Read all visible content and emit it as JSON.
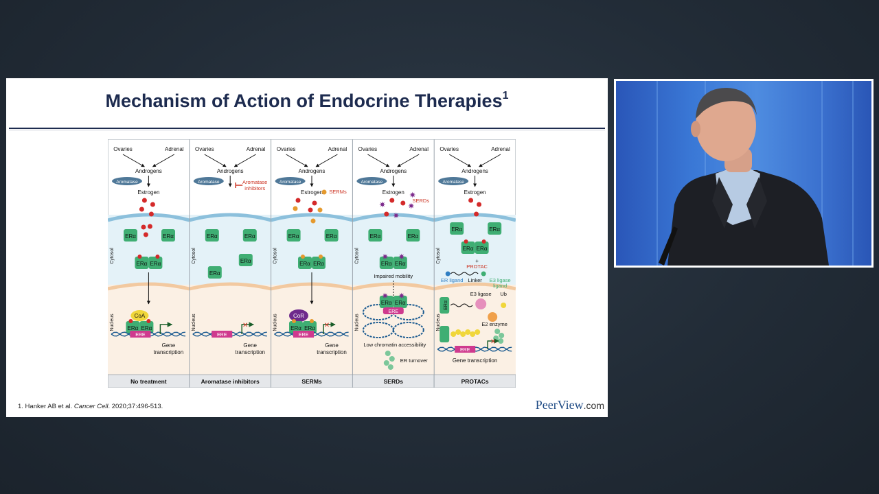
{
  "slide": {
    "title": "Mechanism of Action of Endocrine Therapies",
    "title_sup": "1",
    "citation_prefix": "1. Hanker AB et al. ",
    "citation_journal": "Cancer Cell",
    "citation_suffix": ". 2020;37:496-513.",
    "logo_main": "PeerView",
    "logo_suffix": ".com"
  },
  "diagram": {
    "common": {
      "ovaries": "Ovaries",
      "adrenal": "Adrenal",
      "androgens": "Androgens",
      "aromatase": "Aromatase",
      "estrogen": "Estrogen",
      "cytosol": "Cytosol",
      "nucleus": "Nucleus",
      "era": "ERα",
      "ere": "ERE",
      "gene_1": "Gene",
      "gene_2": "transcription"
    },
    "panels": [
      {
        "label": "No treatment",
        "coa": "CoA"
      },
      {
        "label": "Aromatase inhibitors",
        "drug_1": "Aromatase",
        "drug_2": "inhibitors"
      },
      {
        "label": "SERMs",
        "drug": "SERMs",
        "cor": "CoR"
      },
      {
        "label": "SERDs",
        "drug": "SERDs",
        "impaired": "Impaired mobility",
        "low_chromatin": "Low chromatin accessibility",
        "turnover": "ER turnover"
      },
      {
        "label": "PROTACs",
        "protac": "PROTAC",
        "er_ligand": "ER ligand",
        "linker": "Linker",
        "e3_ligand_1": "E3 ligase",
        "e3_ligand_2": "ligand",
        "e3_ligase": "E3 ligase",
        "ub": "Ub",
        "e2": "E2 enzyme",
        "gene_transcription": "Gene transcription"
      }
    ],
    "colors": {
      "receptor": "#3fae73",
      "estrogen": "#d42a2a",
      "serm": "#e59a2e",
      "serd": "#7c2a8c",
      "ere": "#cf3a8e",
      "aromatase": "#4f7898",
      "cytosol": "#e4f2f8",
      "nucleus": "#fbf0e4"
    }
  }
}
